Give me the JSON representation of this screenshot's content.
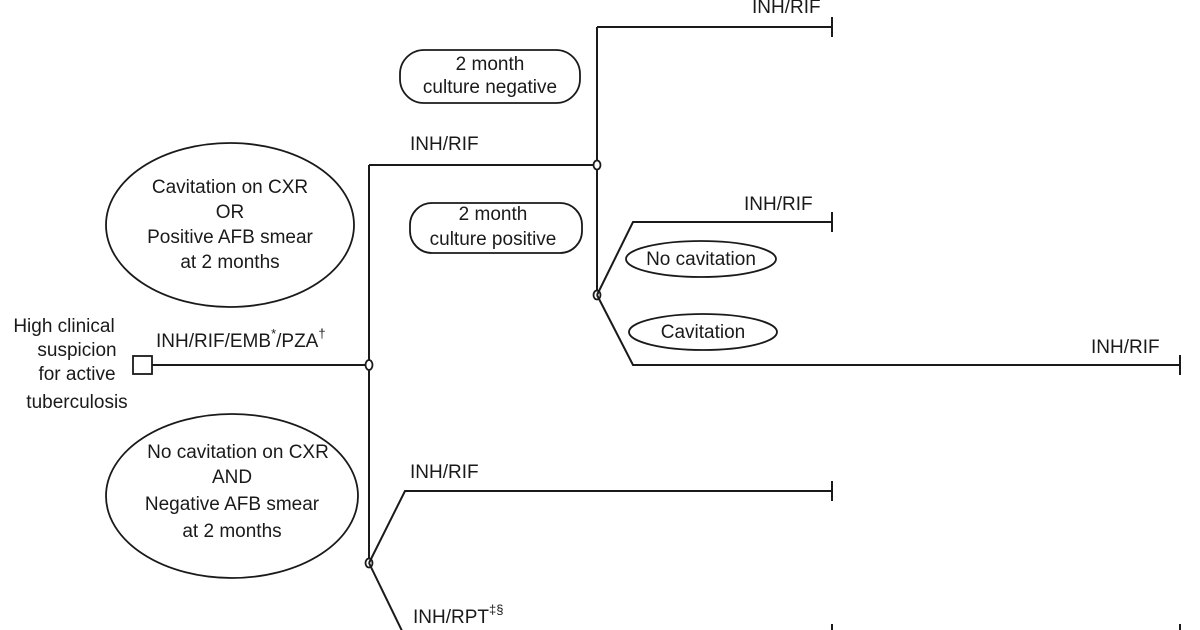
{
  "start": {
    "label_lines": [
      "High clinical",
      "suspicion",
      "for active",
      "tuberculosis"
    ]
  },
  "initial_regimen": {
    "main": "INH/RIF/EMB",
    "sup_a": "*",
    "mid": "/PZA",
    "sup_b": "†"
  },
  "groups": {
    "positive_lines": [
      "Cavitation on CXR",
      "OR",
      "Positive AFB smear",
      "at 2 months"
    ],
    "negative_lines": [
      "No cavitation on CXR",
      "AND",
      "Negative AFB smear",
      "at 2 months"
    ]
  },
  "upper_branch": {
    "regimen": "INH/RIF",
    "culture_negative_lines": [
      "2 month",
      "culture negative"
    ],
    "culture_negative_regimen": "INH/RIF",
    "culture_positive_lines": [
      "2 month",
      "culture positive"
    ],
    "no_cavitation_label": "No cavitation",
    "no_cavitation_regimen": "INH/RIF",
    "cavitation_label": "Cavitation",
    "cavitation_regimen": "INH/RIF"
  },
  "lower_branch": {
    "regimen_a": "INH/RIF",
    "regimen_b_main": "INH/RPT",
    "regimen_b_sup": "‡§"
  }
}
